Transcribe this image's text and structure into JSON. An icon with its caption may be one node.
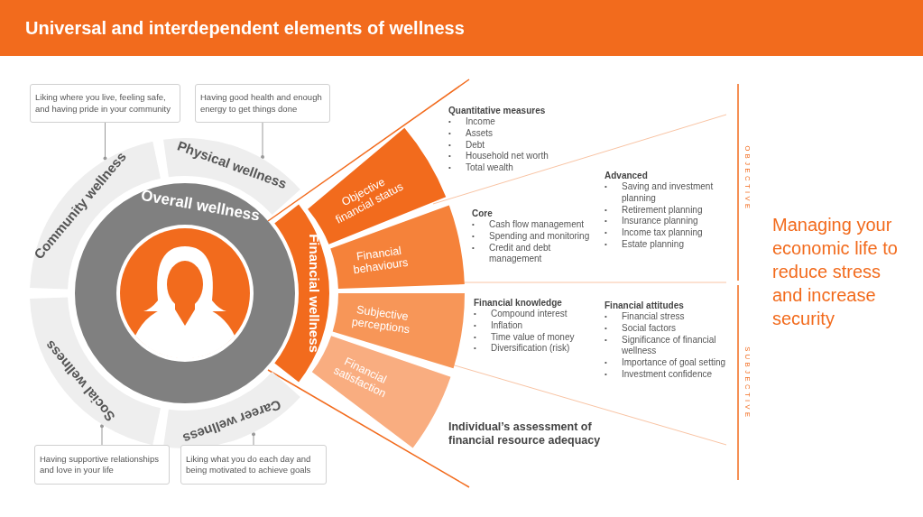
{
  "diagram": {
    "title": "Universal and interdependent elements of wellness",
    "nodes": [
      {
        "text": [
          "Overall wellness"
        ]
      },
      {
        "text": [
          "Physical wellness"
        ]
      },
      {
        "text": [
          "Community wellness"
        ]
      },
      {
        "text": [
          "Social wellness"
        ]
      },
      {
        "text": [
          "Career wellness"
        ]
      },
      {
        "text": [
          "Financial wellness"
        ]
      },
      {
        "text": [
          "Objective financial status"
        ]
      },
      {
        "text": [
          "Financial behaviours"
        ]
      },
      {
        "text": [
          "Subjective perceptions"
        ]
      },
      {
        "text": [
          "Financial satisfaction"
        ]
      },
      {
        "text": [
          "Liking where you live, feeling safe, and having pride in your community"
        ]
      },
      {
        "text": [
          "Having good health and enough energy to get things done"
        ]
      },
      {
        "text": [
          "Having supportive relationships and love in your life"
        ]
      },
      {
        "text": [
          "Liking what you do each day and being motivated to achieve goals"
        ]
      }
    ],
    "edges": [
      {
        "from": 10,
        "to": 2,
        "arrow": "other"
      },
      {
        "from": 11,
        "to": 1,
        "arrow": "other"
      },
      {
        "from": 12,
        "to": 3,
        "arrow": "other"
      },
      {
        "from": 13,
        "to": 4,
        "arrow": "other"
      }
    ],
    "labels": [
      "Quantitative measures",
      "•",
      "Income",
      "•",
      "Assets",
      "•",
      "Debt",
      "•",
      "Household net worth",
      "•",
      "Total wealth",
      "Core",
      "•",
      "Cash flow management",
      "•",
      "Spending and monitoring",
      "•",
      "Credit and debt management",
      "Advanced",
      "•",
      "Saving and investment planning",
      "•",
      "Retirement planning",
      "•",
      "Insurance planning",
      "•",
      "Income tax planning",
      "•",
      "Estate planning",
      "Financial knowledge",
      "•",
      "Compound interest",
      "•",
      "Inflation",
      "•",
      "Time value of money",
      "•",
      "Diversification (risk)",
      "Financial attitudes",
      "•",
      "Financial stress",
      "•",
      "Social factors",
      "•",
      "Significance of financial wellness",
      "•",
      "Importance of goal setting",
      "•",
      "Investment confidence",
      "Individual’s assessment of financial resource adequacy",
      "OBJECTIVE",
      "SUBJECTIVE",
      "Managing your economic life to reduce stress and increase security"
    ]
  }
}
